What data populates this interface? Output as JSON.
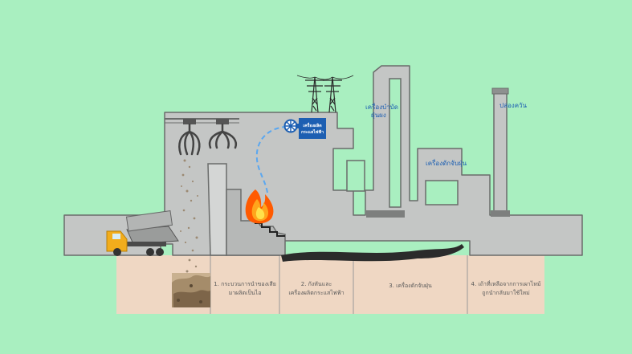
{
  "labels": {
    "generator": [
      "เครื่องผลิต",
      "กระแสไฟฟ้า"
    ],
    "boiler": [
      "เครื่องบำบัด",
      "ฝุ่นผง"
    ],
    "dust_collector": "เครื่องดักจับฝุ่น",
    "chimney": "ปล่องควัน"
  },
  "stages": [
    {
      "lines": [
        "1. กระบวนการนำของเสีย",
        "มาผลิตเป็นไอ"
      ]
    },
    {
      "lines": [
        "2. กังหันและ",
        "เครื่องผลิตกระแสไฟฟ้า"
      ]
    },
    {
      "lines": [
        "3. เครื่องดักจับฝุ่น"
      ]
    },
    {
      "lines": [
        "4. เถ้าที่เหลือจากการเผาไหม้",
        "ถูกนำกลับมาใช้ใหม่"
      ]
    }
  ],
  "colors": {
    "background": "#a9efc0",
    "building": "#c4c6c5",
    "outline": "#6a6c6b",
    "basement": "#efd7c3",
    "generator": "#1d5fb2",
    "label_text": "#1d5fb2",
    "stage_text": "#5a5a5a",
    "truck": "#f2ad1c"
  }
}
